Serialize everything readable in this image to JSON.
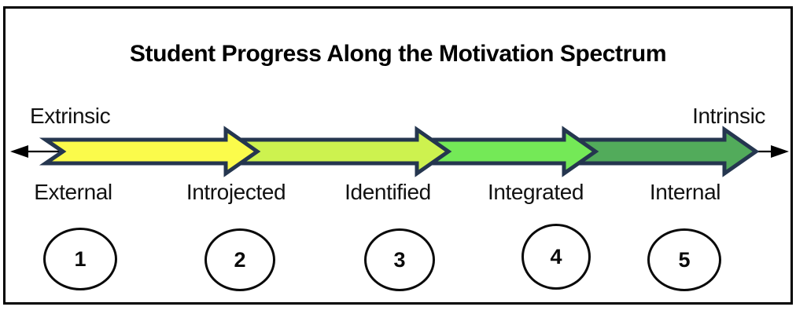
{
  "title": "Student Progress Along the Motivation Spectrum",
  "spectrum": {
    "left_label": "Extrinsic",
    "right_label": "Intrinsic",
    "outline_color": "#25364F",
    "baseline_color": "#000000",
    "arrows": [
      {
        "name": "external-to-introjected",
        "color": "#FBFB4B"
      },
      {
        "name": "introjected-to-identified",
        "color": "#CDF24F"
      },
      {
        "name": "identified-to-integrated",
        "color": "#74E957"
      },
      {
        "name": "integrated-to-internal",
        "color": "#52AB5B"
      }
    ]
  },
  "stages": [
    {
      "number": "1",
      "label": "External"
    },
    {
      "number": "2",
      "label": "Introjected"
    },
    {
      "number": "3",
      "label": "Identified"
    },
    {
      "number": "4",
      "label": "Integrated"
    },
    {
      "number": "5",
      "label": "Internal"
    }
  ],
  "frame": {
    "border_color": "#000000",
    "background_color": "#ffffff"
  }
}
